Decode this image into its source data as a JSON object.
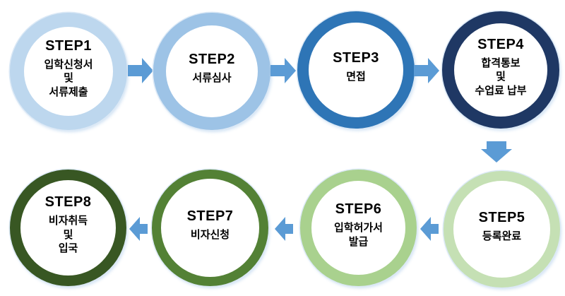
{
  "steps": [
    {
      "title": "STEP1",
      "subtitle": "입학신청서\n및\n서류제출",
      "ring_color": "#BDD7EE"
    },
    {
      "title": "STEP2",
      "subtitle": "서류심사",
      "ring_color": "#9DC3E6"
    },
    {
      "title": "STEP3",
      "subtitle": "면접",
      "ring_color": "#2E75B6"
    },
    {
      "title": "STEP4",
      "subtitle": "합격통보\n및\n수업료 납부",
      "ring_color": "#1F3864"
    },
    {
      "title": "STEP5",
      "subtitle": "등록완료",
      "ring_color": "#C5E0B4"
    },
    {
      "title": "STEP6",
      "subtitle": "입학허가서\n발급",
      "ring_color": "#A9D18E"
    },
    {
      "title": "STEP7",
      "subtitle": "비자신청",
      "ring_color": "#538135"
    },
    {
      "title": "STEP8",
      "subtitle": "비자취득\n및\n입국",
      "ring_color": "#385723"
    }
  ],
  "arrow": {
    "color": "#5B9BD5"
  }
}
